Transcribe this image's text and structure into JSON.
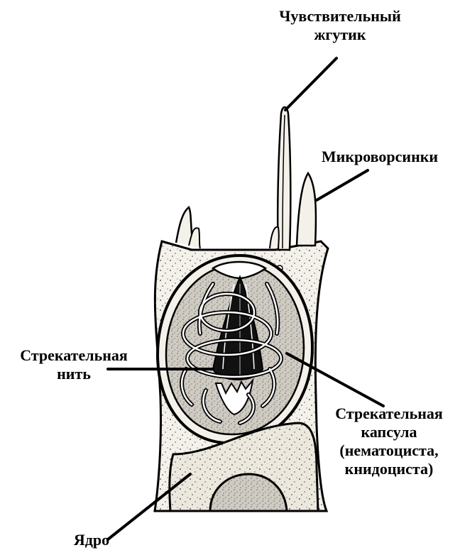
{
  "labels": {
    "flagellum": [
      "Чувствительный",
      "жгутик"
    ],
    "microvilli": [
      "Микроворсинки"
    ],
    "thread": [
      "Стрекательная",
      "нить"
    ],
    "capsule": [
      "Стрекательная",
      "капсула",
      "(нематоциста,",
      "книдоциста)"
    ],
    "nucleus": [
      "Ядро"
    ]
  },
  "colors": {
    "ink": "#000000",
    "cytoplasm": "#f4f1ea",
    "capsule_interior": "#d9d5cc",
    "background": "#ffffff"
  }
}
